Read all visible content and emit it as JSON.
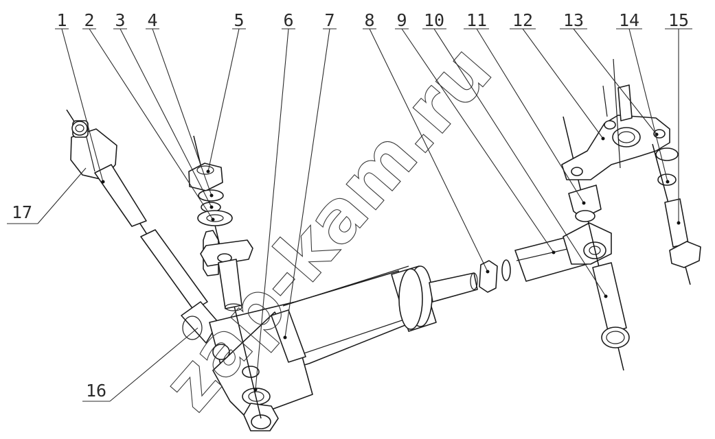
{
  "diagram": {
    "watermark": "zap-kam.ru",
    "callouts": [
      {
        "id": "1",
        "label": "1"
      },
      {
        "id": "2",
        "label": "2"
      },
      {
        "id": "3",
        "label": "3"
      },
      {
        "id": "4",
        "label": "4"
      },
      {
        "id": "5",
        "label": "5"
      },
      {
        "id": "6",
        "label": "6"
      },
      {
        "id": "7",
        "label": "7"
      },
      {
        "id": "8",
        "label": "8"
      },
      {
        "id": "9",
        "label": "9"
      },
      {
        "id": "10",
        "label": "10"
      },
      {
        "id": "11",
        "label": "11"
      },
      {
        "id": "12",
        "label": "12"
      },
      {
        "id": "13",
        "label": "13"
      },
      {
        "id": "14",
        "label": "14"
      },
      {
        "id": "15",
        "label": "15"
      },
      {
        "id": "16",
        "label": "16"
      },
      {
        "id": "17",
        "label": "17"
      }
    ],
    "colors": {
      "line": "#1c1c1c",
      "background": "#ffffff"
    }
  }
}
